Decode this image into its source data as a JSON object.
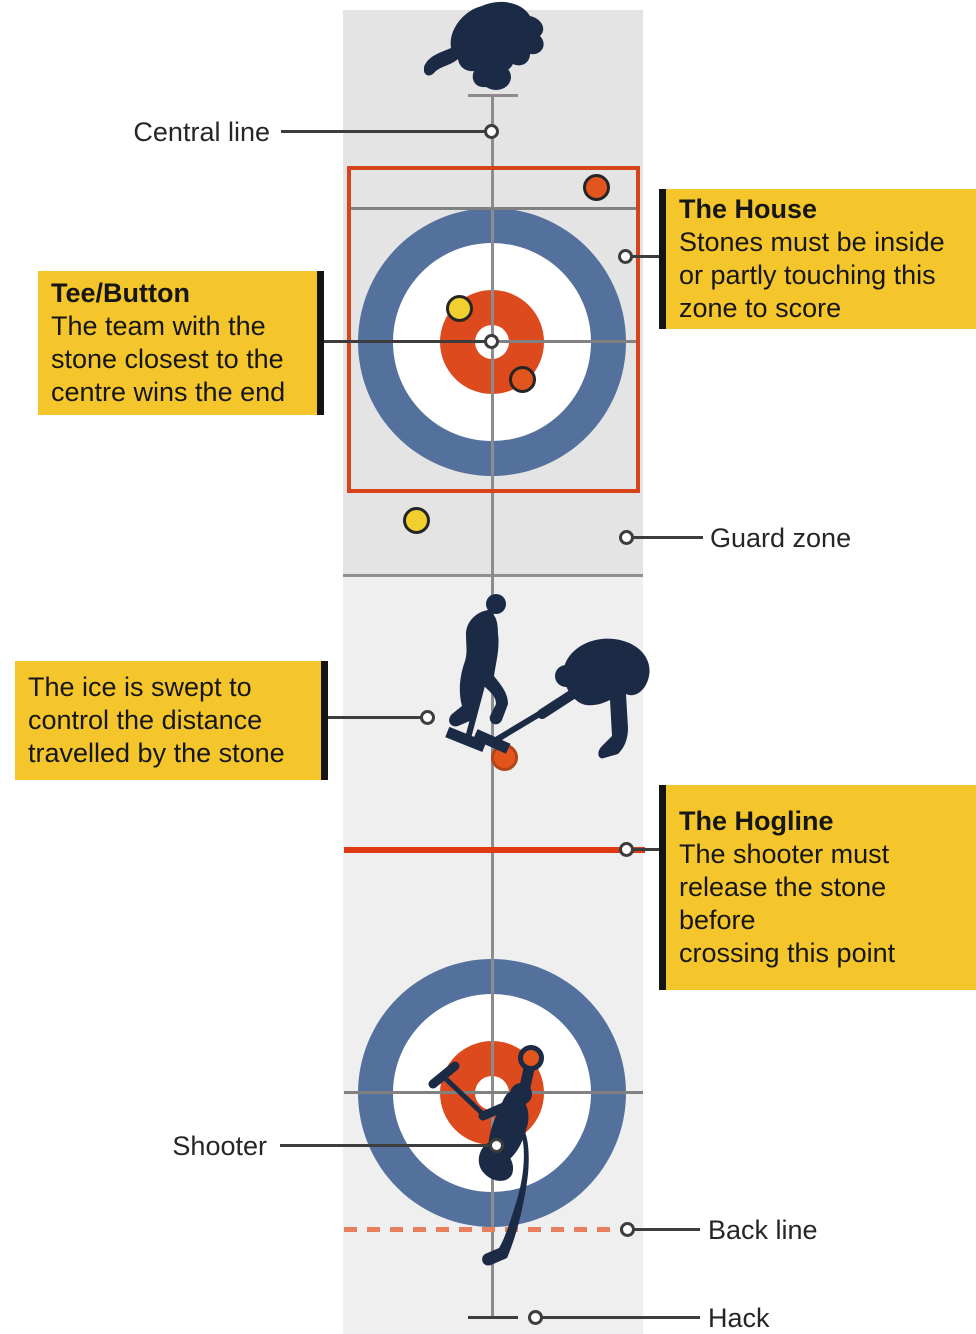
{
  "labels": {
    "central_line": "Central line",
    "guard_zone": "Guard zone",
    "shooter": "Shooter",
    "back_line": "Back line",
    "hack": "Hack"
  },
  "callouts": {
    "tee_button": {
      "title": "Tee/Button",
      "lines": [
        "The team with the",
        "stone closest to the",
        "centre wins the end"
      ]
    },
    "house": {
      "title": "The House",
      "lines": [
        "Stones must be inside",
        "or partly touching this",
        "zone to score"
      ]
    },
    "sweep": {
      "lines": [
        "The ice is swept to",
        "control the distance",
        "travelled by the stone"
      ]
    },
    "hogline": {
      "title": "The Hogline",
      "lines": [
        "The shooter must",
        "release the stone before",
        "crossing this point"
      ]
    }
  },
  "colors": {
    "house_red_border": "#d8431c",
    "hogline_red": "#e03a10",
    "backline_salmon": "#e8805f",
    "house_blue": "#54719d",
    "house_red_ring": "#dd4a1e",
    "callout_yellow": "#f5c62b",
    "silhouette_navy": "#1b2a45",
    "stone_yellow": "#f0cf2f",
    "stone_orange": "#e2551c",
    "rink_grey_top": "#e4e4e4",
    "rink_grey_bottom": "#f0efef"
  }
}
